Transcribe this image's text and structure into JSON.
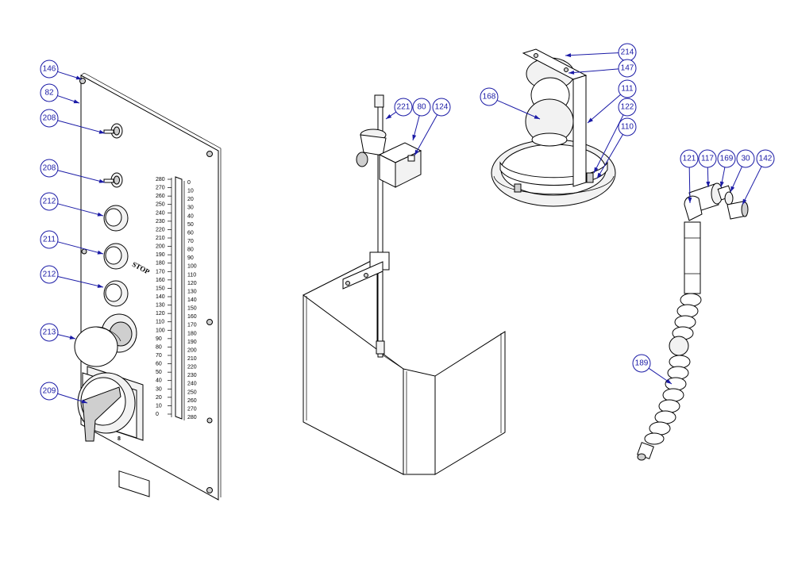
{
  "panel": {
    "stop_label": "STOP",
    "scale_left": [
      "280",
      "270",
      "260",
      "250",
      "240",
      "230",
      "220",
      "210",
      "200",
      "190",
      "180",
      "170",
      "160",
      "150",
      "140",
      "130",
      "120",
      "110",
      "100",
      "90",
      "80",
      "70",
      "60",
      "50",
      "40",
      "30",
      "20",
      "10",
      "0"
    ],
    "scale_right": [
      "0",
      "10",
      "20",
      "30",
      "40",
      "50",
      "60",
      "70",
      "80",
      "90",
      "100",
      "110",
      "120",
      "130",
      "140",
      "150",
      "160",
      "170",
      "180",
      "190",
      "200",
      "210",
      "220",
      "230",
      "240",
      "250",
      "260",
      "270",
      "280"
    ],
    "switch_label": "8"
  },
  "callouts": [
    {
      "id": "146"
    },
    {
      "id": "82"
    },
    {
      "id": "208"
    },
    {
      "id": "208"
    },
    {
      "id": "212"
    },
    {
      "id": "211"
    },
    {
      "id": "212"
    },
    {
      "id": "213"
    },
    {
      "id": "209"
    },
    {
      "id": "221"
    },
    {
      "id": "80"
    },
    {
      "id": "124"
    },
    {
      "id": "214"
    },
    {
      "id": "147"
    },
    {
      "id": "168"
    },
    {
      "id": "111"
    },
    {
      "id": "122"
    },
    {
      "id": "110"
    },
    {
      "id": "121"
    },
    {
      "id": "117"
    },
    {
      "id": "169"
    },
    {
      "id": "30"
    },
    {
      "id": "142"
    },
    {
      "id": "189"
    }
  ],
  "colors": {
    "callout": "#1a1aa6",
    "line": "#000000"
  }
}
